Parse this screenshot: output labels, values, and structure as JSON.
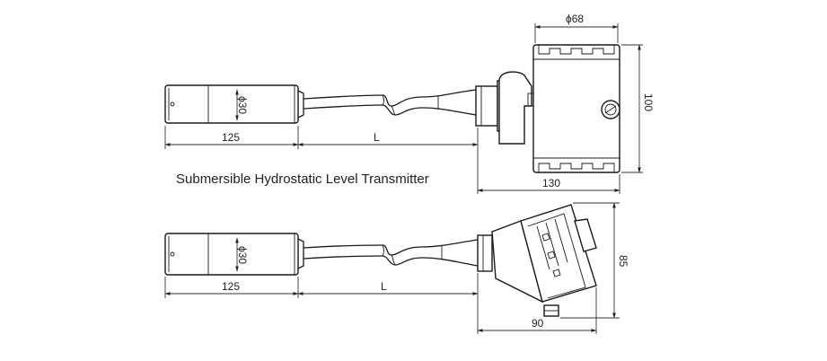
{
  "caption": "Submersible Hydrostatic Level Transmitter",
  "top_drawing": {
    "probe_diameter": "ϕ30",
    "probe_length": "125",
    "cable_length": "L",
    "housing_diameter": "ϕ68",
    "housing_height": "100",
    "housing_depth": "130"
  },
  "bottom_drawing": {
    "probe_diameter": "ϕ30",
    "probe_length": "125",
    "cable_length": "L",
    "head_height": "85",
    "head_depth": "90"
  }
}
